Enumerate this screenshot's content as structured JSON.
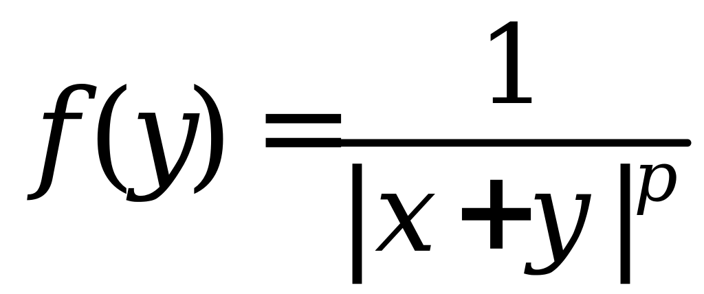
{
  "formula": {
    "lhs": {
      "function": "f",
      "open_paren": "(",
      "variable": "y",
      "close_paren": ")"
    },
    "equals": "=",
    "numerator": "1",
    "denominator": {
      "open_bar": "|",
      "x": "x",
      "plus": "+",
      "y": "y",
      "close_bar": "|",
      "exponent": "p"
    },
    "color": "#000000"
  }
}
